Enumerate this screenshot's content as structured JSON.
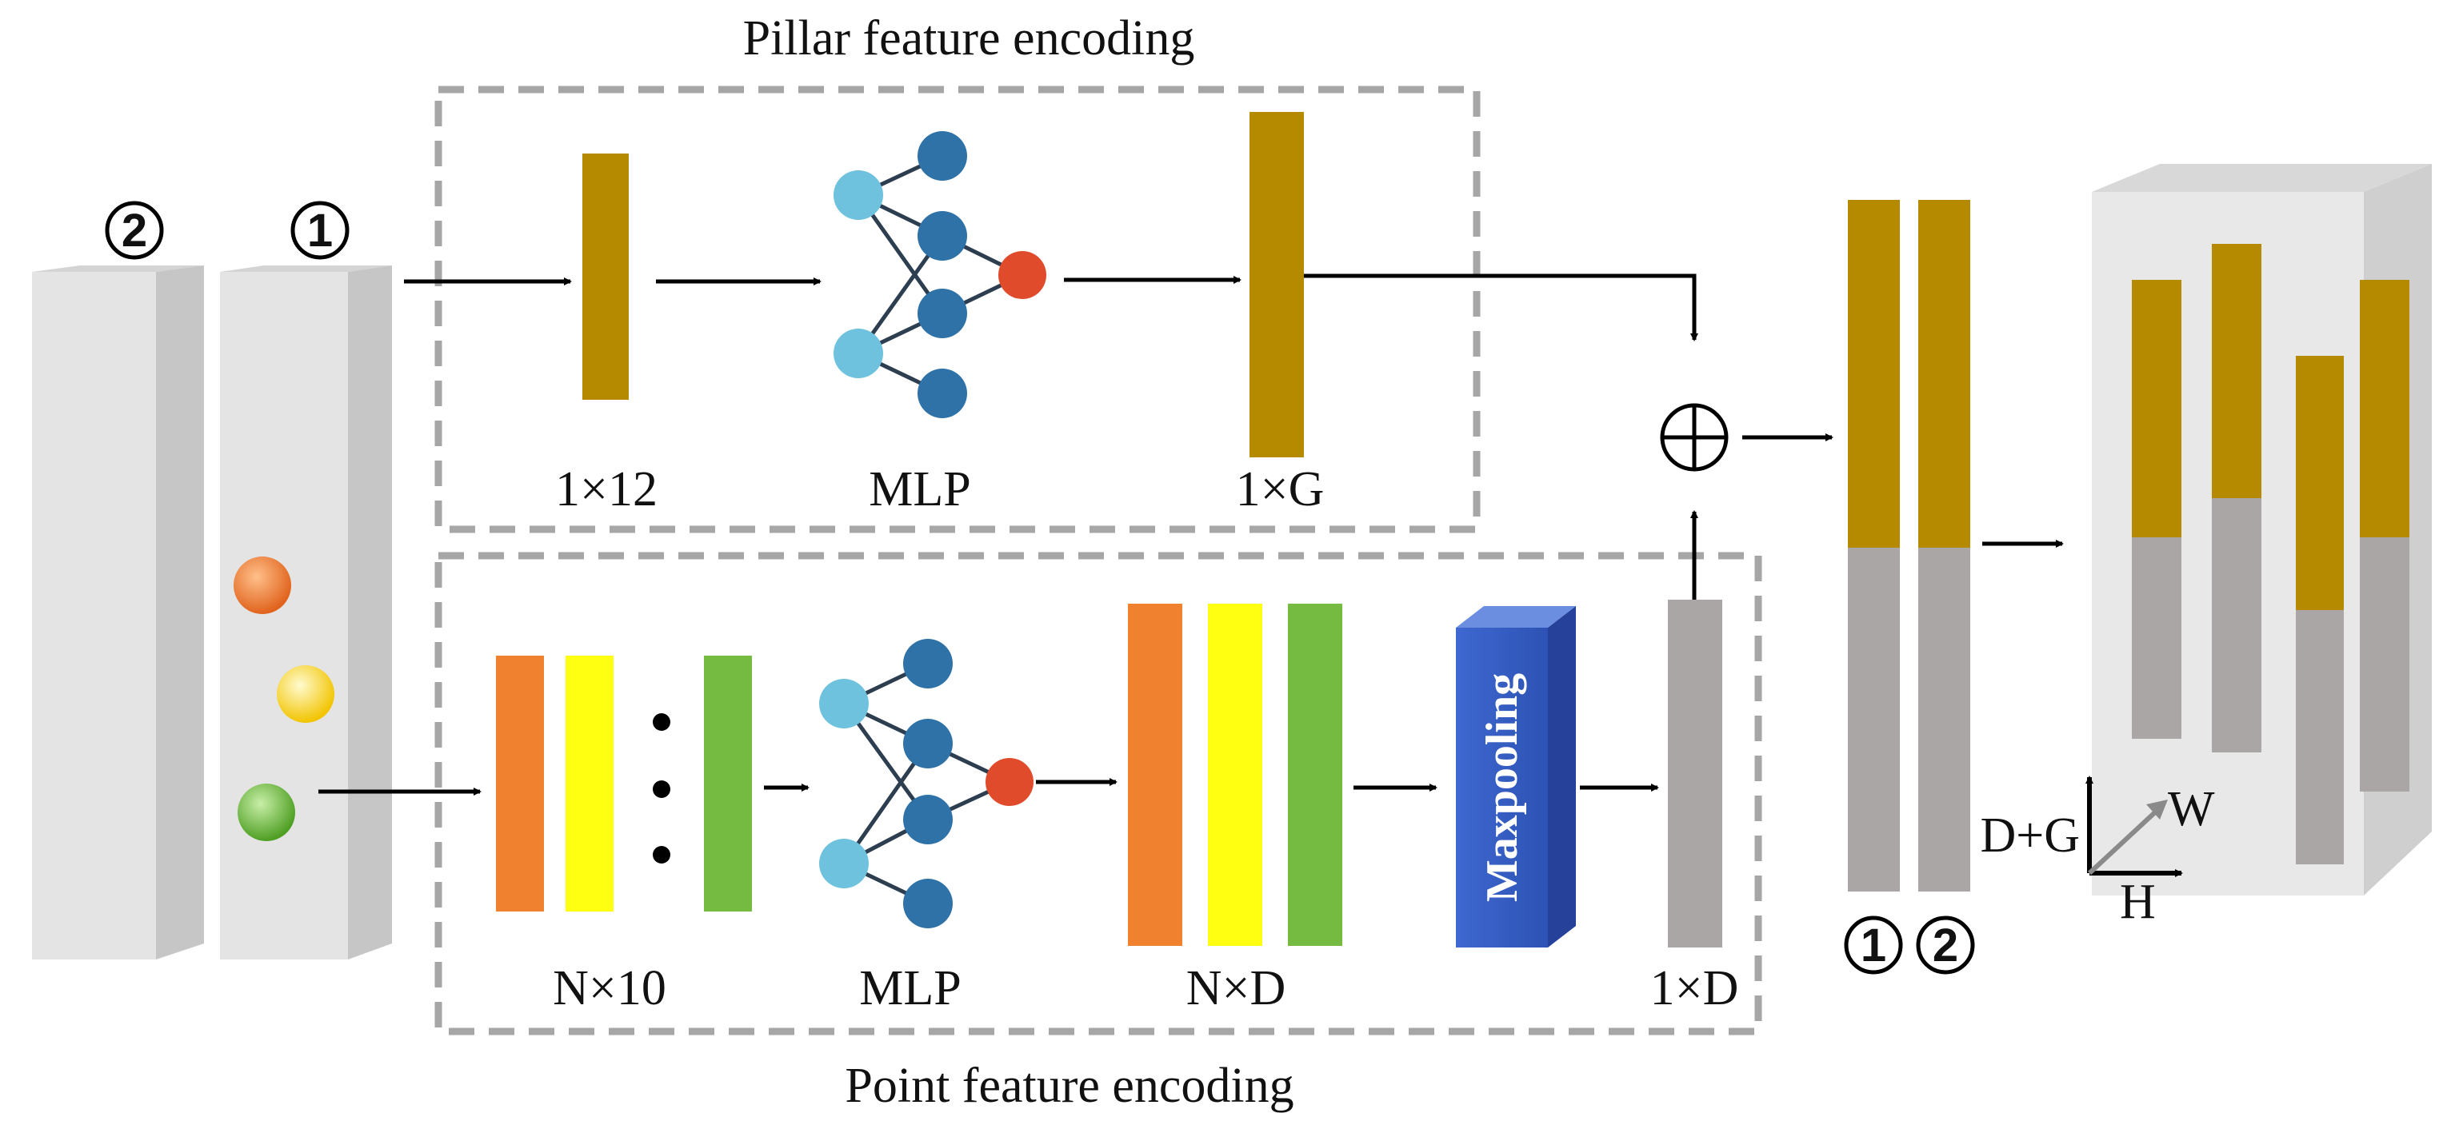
{
  "titles": {
    "pillar": "Pillar feature encoding",
    "point": "Point feature encoding"
  },
  "labels": {
    "pillar_input": "1×12",
    "pillar_mlp": "MLP",
    "pillar_output": "1×G",
    "point_input": "N×10",
    "point_mlp": "MLP",
    "point_features": "N×D",
    "maxpooling": "Maxpooling",
    "point_output": "1×D",
    "concat_symbol": "⊕"
  },
  "markers": {
    "one": "1",
    "two": "2"
  },
  "axes": {
    "vertical": "D+G",
    "diagonal": "W",
    "horizontal": "H"
  },
  "colors": {
    "pillar_feature": "#b58a00",
    "point_feature": "#aaa6a6",
    "orange": "#f0822f",
    "yellow": "#ffff11",
    "green": "#76bb41",
    "mlp_light": "#6ec2de",
    "mlp_dark": "#2f72a8",
    "mlp_output": "#e04b2b",
    "maxpool": "#3d65c8",
    "dashed_box": "#a6a6a6",
    "pillar_gray": "#e4e4e4"
  }
}
